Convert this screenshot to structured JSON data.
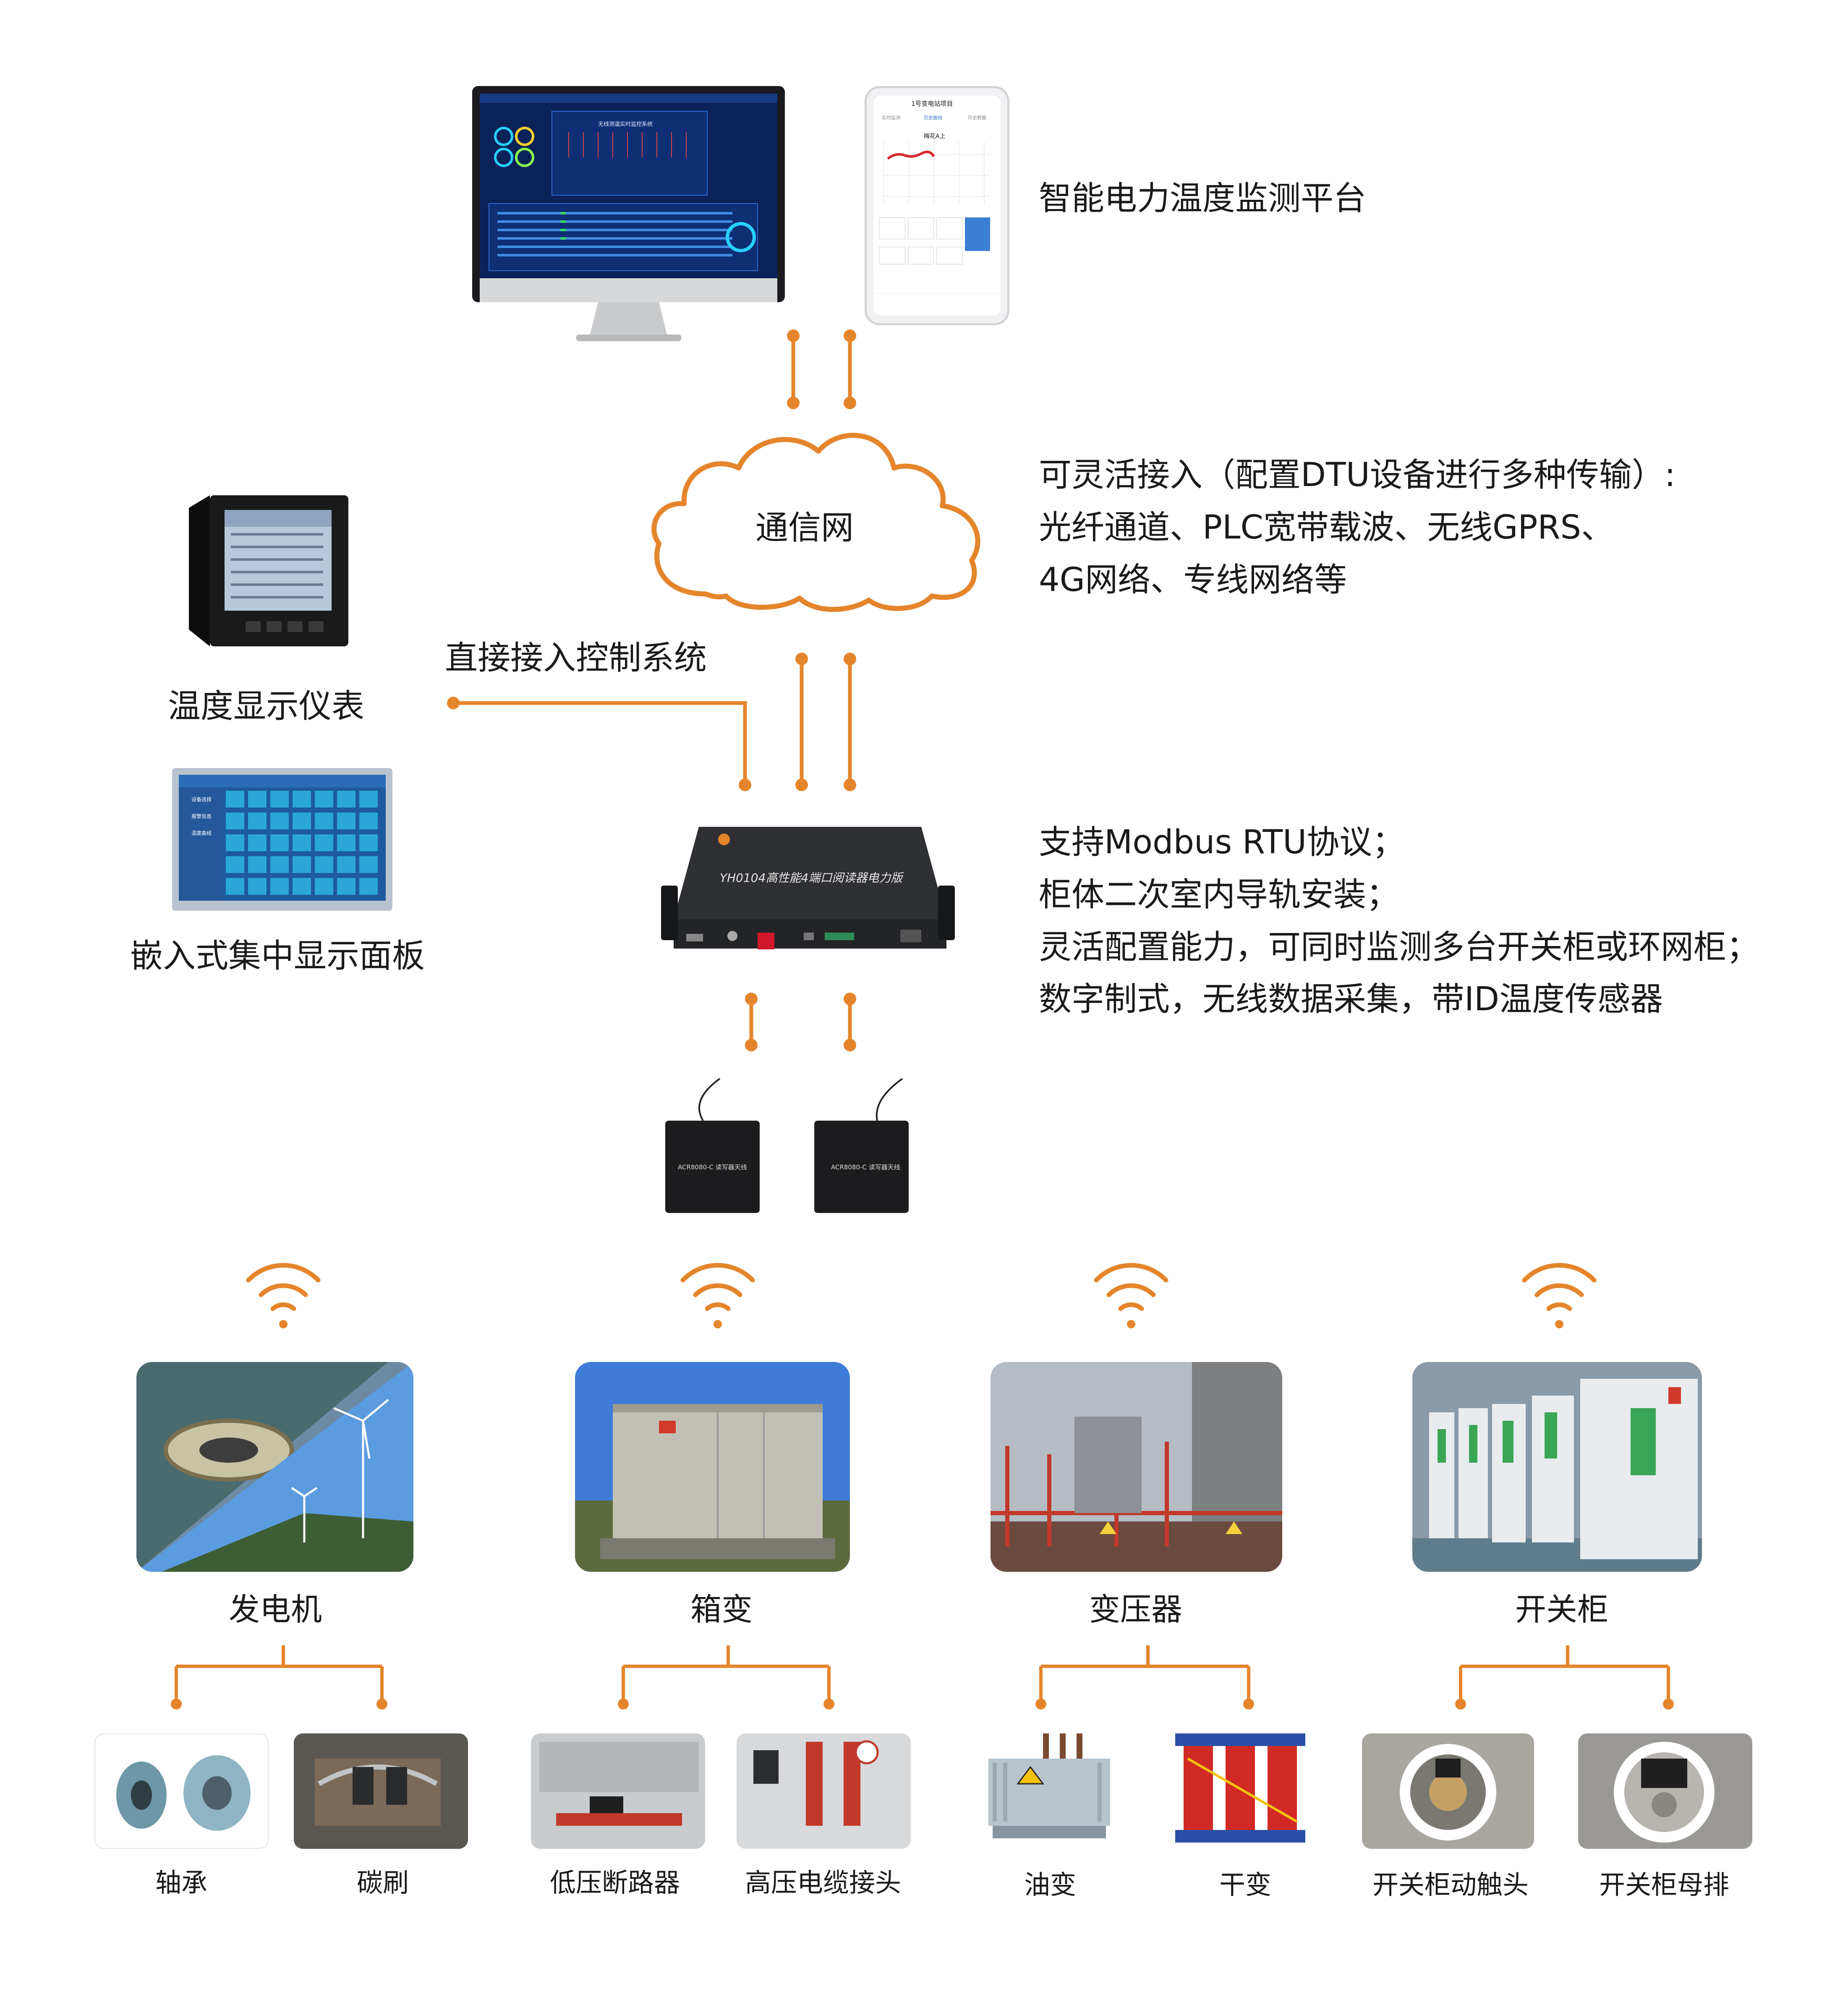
{
  "platform": {
    "title": "智能电力温度监测平台",
    "monitor_screen_title": "无线测温实时监控系统",
    "phone_title": "1号变电站项目",
    "phone_tabs": [
      "实时监测",
      "历史曲线",
      "历史数据"
    ],
    "phone_chart_title": "梅花A上"
  },
  "network": {
    "cloud_label": "通信网",
    "desc_lines": [
      "可灵活接入（配置DTU设备进行多种传输）:",
      "光纤通道、PLC宽带载波、无线GPRS、",
      "4G网络、专线网络等"
    ]
  },
  "direct": {
    "label": "直接接入控制系统"
  },
  "displays": {
    "meter_label": "温度显示仪表",
    "panel_label": "嵌入式集中显示面板",
    "panel_menu": [
      "设备选择",
      "报警信息",
      "温度曲线"
    ]
  },
  "reader": {
    "board_title": "YH0104高性能4端口阅读器电力版",
    "desc_lines": [
      "支持Modbus RTU协议；",
      "柜体二次室内导轨安装；",
      "灵活配置能力，可同时监测多台开关柜或环网柜；",
      "数字制式，无线数据采集，带ID温度传感器"
    ]
  },
  "antennas": {
    "label": "ACR8080-C 读写器天线"
  },
  "categories": [
    {
      "name": "发电机",
      "subs": [
        "轴承",
        "碳刷"
      ]
    },
    {
      "name": "箱变",
      "subs": [
        "低压断路器",
        "高压电缆接头"
      ]
    },
    {
      "name": "变压器",
      "subs": [
        "油变",
        "干变"
      ]
    },
    {
      "name": "开关柜",
      "subs": [
        "开关柜动触头",
        "开关柜母排"
      ]
    }
  ],
  "colors": {
    "accent": "#E5852B",
    "text": "#1a1a1a",
    "screen_blue": "#0d2a66",
    "reader_body": "#2b2b2b"
  }
}
